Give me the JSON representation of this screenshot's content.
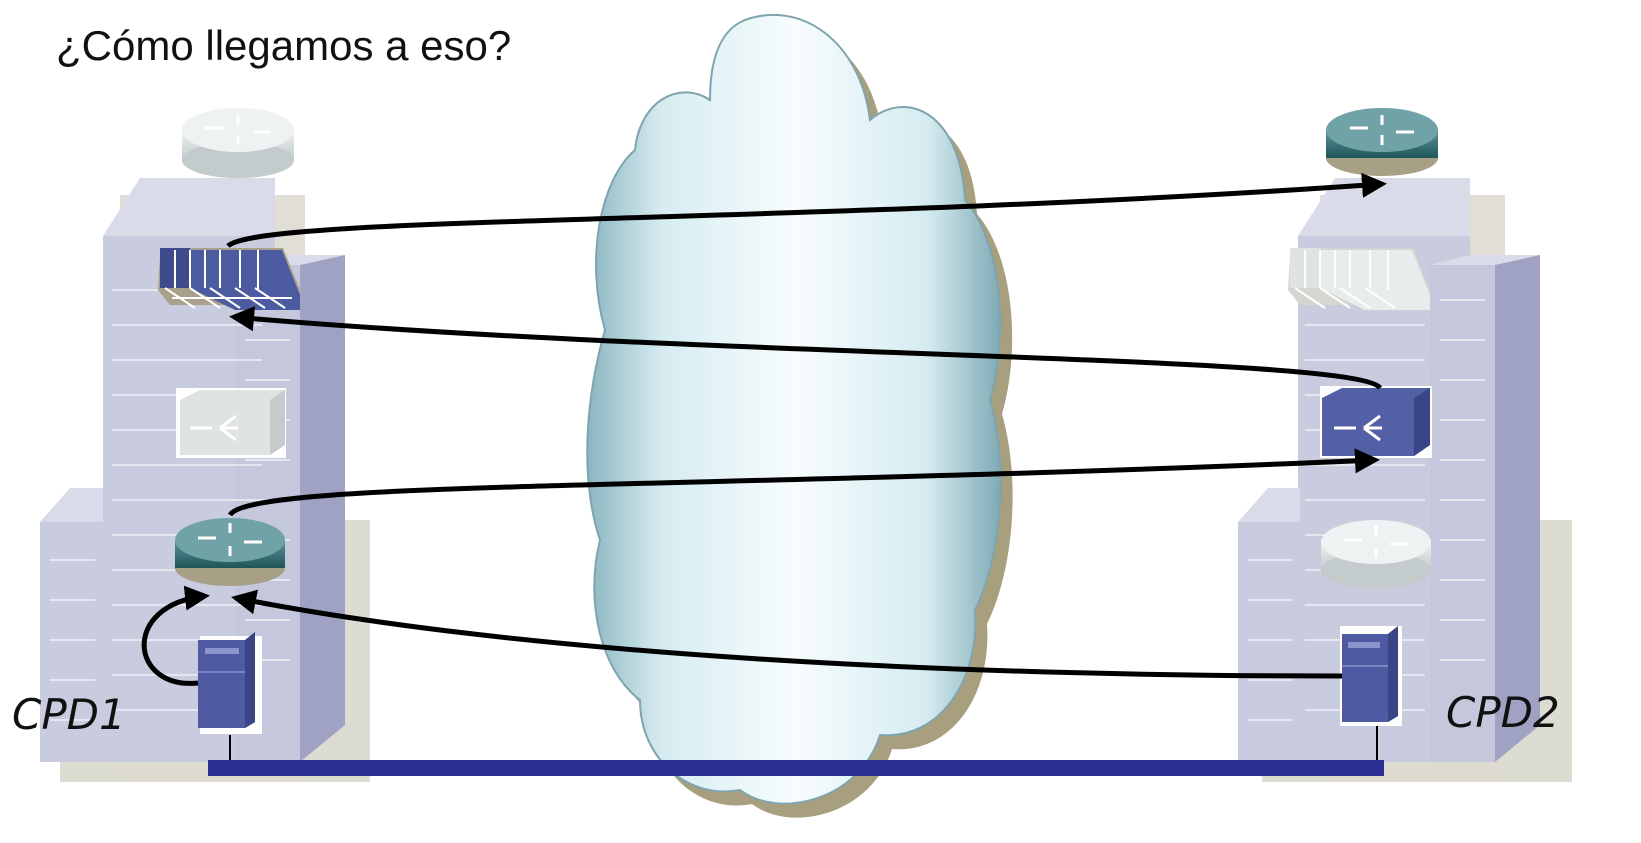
{
  "slide": {
    "question": "¿Cómo llegamos a eso?"
  },
  "sites": {
    "left_label": "CPD1",
    "right_label": "CPD2"
  },
  "colors": {
    "device_active": "#4a569c",
    "device_inactive": "#cfd5d6",
    "router_active": "#2e6e72",
    "lan_line": "#2e2f93",
    "arrow": "#000000",
    "building": "#c7c9dd",
    "cloud": "#dbeef3"
  },
  "devices": {
    "left": [
      "router-inactive",
      "firewall-active",
      "load-balancer-inactive",
      "router-active",
      "server-active"
    ],
    "right": [
      "router-active",
      "firewall-inactive",
      "load-balancer-active",
      "router-inactive",
      "server-active"
    ]
  }
}
